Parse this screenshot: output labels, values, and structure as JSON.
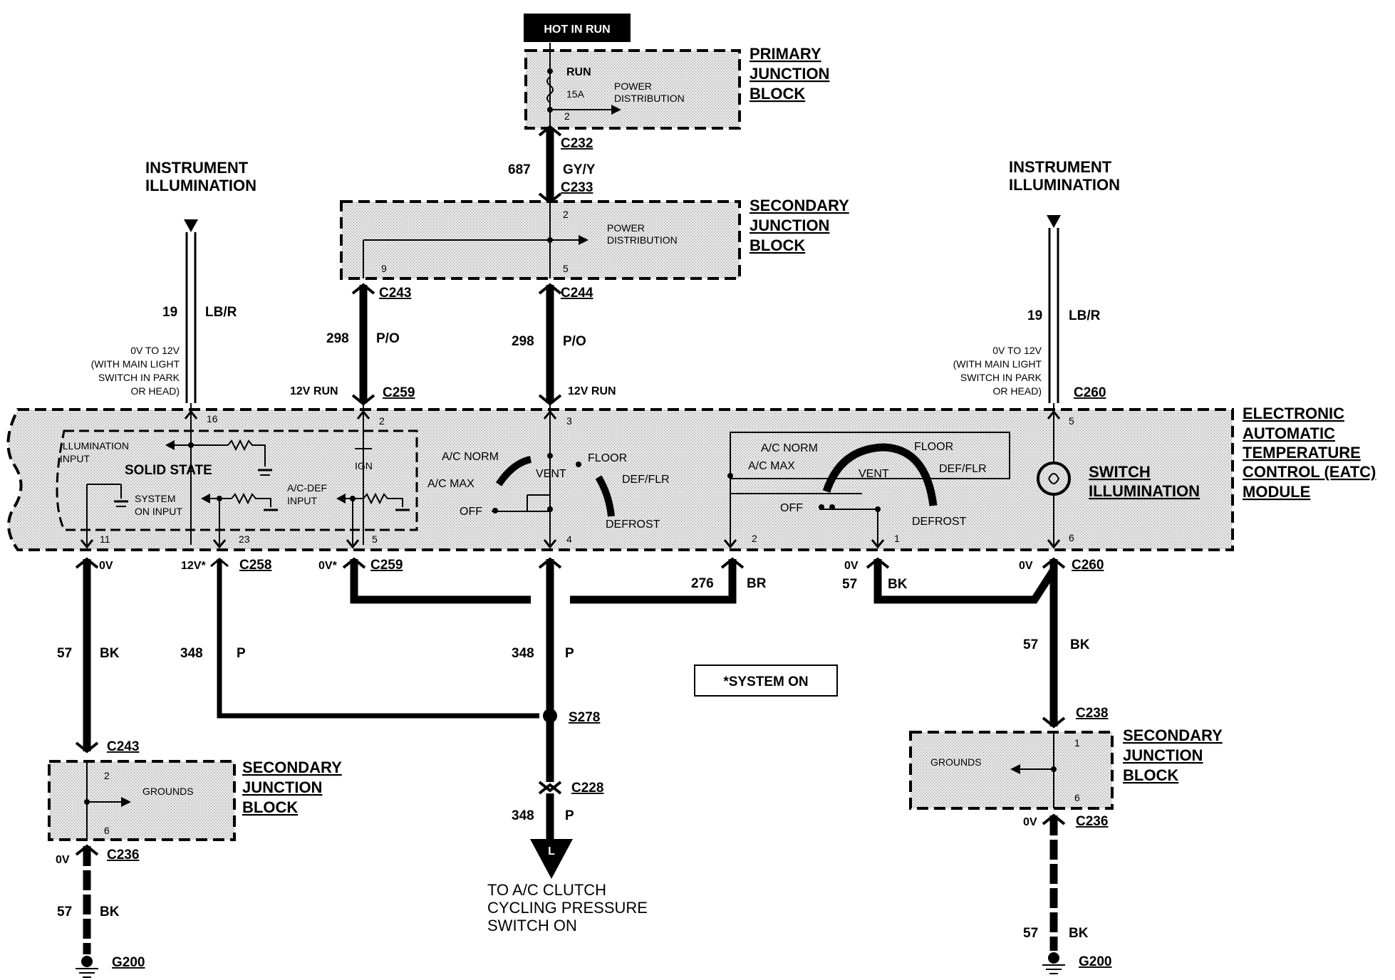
{
  "hot_in_run": "HOT IN RUN",
  "eatc": {
    "name_lines": [
      "ELECTRONIC",
      "AUTOMATIC",
      "TEMPERATURE",
      "CONTROL (EATC)",
      "MODULE"
    ],
    "solid_state": "SOLID STATE",
    "illumination_input": [
      "ILLUMINATION",
      "INPUT"
    ],
    "system_on_input": [
      "SYSTEM",
      "ON INPUT"
    ],
    "ign": "IGN",
    "ac_def_input": [
      "A/C-DEF",
      "INPUT"
    ],
    "switch_illumination": [
      "SWITCH",
      "ILLUMINATION"
    ],
    "pins": {
      "p16": "16",
      "p2": "2",
      "p3": "3",
      "p11": "11",
      "p23": "23",
      "p5": "5",
      "p4": "4",
      "p2b": "2",
      "p1": "1",
      "p5r": "5",
      "p6r": "6"
    }
  },
  "modes_left": {
    "ac_norm": "A/C NORM",
    "ac_max": "A/C MAX",
    "off": "OFF",
    "vent": "VENT",
    "floor": "FLOOR",
    "def_flr": "DEF/FLR",
    "defrost": "DEFROST"
  },
  "modes_right": {
    "ac_norm": "A/C NORM",
    "ac_max": "A/C MAX",
    "off": "OFF",
    "vent": "VENT",
    "floor": "FLOOR",
    "def_flr": "DEF/FLR",
    "defrost": "DEFROST"
  },
  "primary_junction": {
    "title_lines": [
      "PRIMARY",
      "JUNCTION",
      "BLOCK"
    ],
    "run": "RUN",
    "fuse": "15A",
    "power_distribution": [
      "POWER",
      "DISTRIBUTION"
    ],
    "pin": "2"
  },
  "secondary_junction_top": {
    "title_lines": [
      "SECONDARY",
      "JUNCTION",
      "BLOCK"
    ],
    "power_distribution": [
      "POWER",
      "DISTRIBUTION"
    ],
    "pins": {
      "p2": "2",
      "p9": "9",
      "p5": "5"
    }
  },
  "secondary_junction_left": {
    "title_lines": [
      "SECONDARY",
      "JUNCTION",
      "BLOCK"
    ],
    "grounds": "GROUNDS",
    "pins": {
      "p2": "2",
      "p6": "6"
    }
  },
  "secondary_junction_right": {
    "title_lines": [
      "SECONDARY",
      "JUNCTION",
      "BLOCK"
    ],
    "grounds": "GROUNDS",
    "pins": {
      "p1": "1",
      "p6": "6"
    }
  },
  "instrument_left": [
    "INSTRUMENT",
    "ILLUMINATION"
  ],
  "instrument_right": [
    "INSTRUMENT",
    "ILLUMINATION"
  ],
  "voltage_note_left": [
    "0V TO 12V",
    "(WITH MAIN LIGHT",
    "SWITCH IN PARK",
    "OR HEAD)"
  ],
  "voltage_note_right": [
    "0V TO 12V",
    "(WITH MAIN LIGHT",
    "SWITCH IN PARK",
    "OR HEAD)"
  ],
  "connectors": {
    "c232": "C232",
    "c233": "C233",
    "c243_top": "C243",
    "c244": "C244",
    "c259_top": "C259",
    "c260_top": "C260",
    "c258": "C258",
    "c259_bot": "C259",
    "c260_bot": "C260",
    "c243_bot": "C243",
    "c236_left": "C236",
    "c238": "C238",
    "c236_right": "C236",
    "c228": "C228",
    "s278": "S278",
    "g200_left": "G200",
    "g200_right": "G200"
  },
  "wires": {
    "w687": {
      "circuit": "687",
      "color": "GY/Y"
    },
    "w19_left": {
      "circuit": "19",
      "color": "LB/R"
    },
    "w19_right": {
      "circuit": "19",
      "color": "LB/R"
    },
    "w298_left": {
      "circuit": "298",
      "color": "P/O"
    },
    "w298_mid": {
      "circuit": "298",
      "color": "P/O"
    },
    "w276": {
      "circuit": "276",
      "color": "BR"
    },
    "w57_right_top": {
      "circuit": "57",
      "color": "BK"
    },
    "w57_left": {
      "circuit": "57",
      "color": "BK"
    },
    "w348_left": {
      "circuit": "348",
      "color": "P"
    },
    "w348_mid": {
      "circuit": "348",
      "color": "P"
    },
    "w57_right": {
      "circuit": "57",
      "color": "BK"
    },
    "w348_bot": {
      "circuit": "348",
      "color": "P"
    },
    "w57_left_bot": {
      "circuit": "57",
      "color": "BK"
    },
    "w57_right_bot": {
      "circuit": "57",
      "color": "BK"
    }
  },
  "voltages": {
    "v12run_left": "12V RUN",
    "v12run_mid": "12V RUN",
    "v0_11": "0V",
    "v12_23": "12V*",
    "v0_5": "0V*",
    "v0_1": "0V",
    "v0_6": "0V",
    "v0_c236l": "0V",
    "v0_c236r": "0V"
  },
  "system_on_note": "*SYSTEM ON",
  "destination": [
    "TO A/C CLUTCH",
    "CYCLING PRESSURE",
    "SWITCH ON"
  ],
  "destination_marker": "L"
}
